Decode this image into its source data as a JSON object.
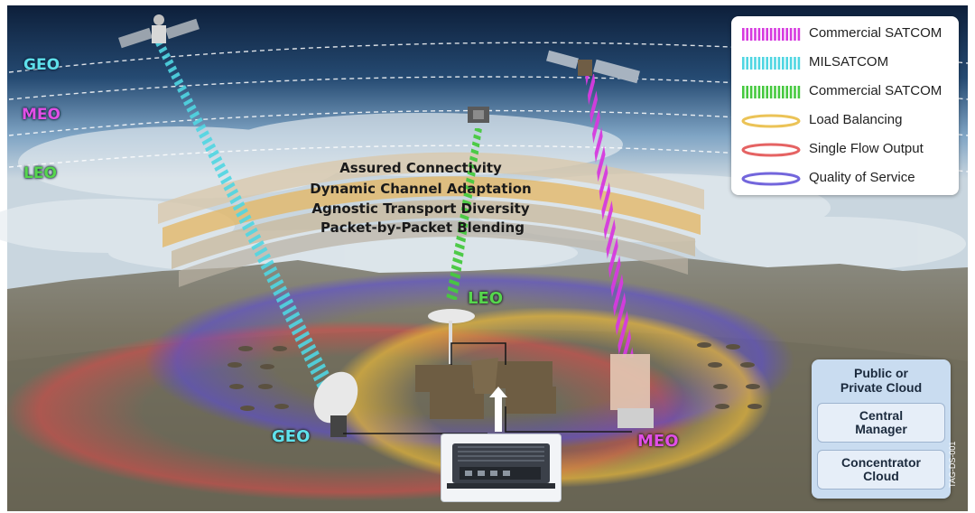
{
  "orbits": {
    "geo": "GEO",
    "meo": "MEO",
    "leo": "LEO"
  },
  "site_labels": {
    "geo": "GEO",
    "meo": "MEO",
    "leo": "LEO"
  },
  "arc_lines": [
    "Assured Connectivity",
    "Dynamic Channel Adaptation",
    "Agnostic Transport Diversity",
    "Packet-by-Packet Blending"
  ],
  "legend": [
    {
      "label": "Commercial SATCOM",
      "kind": "bars",
      "color": "#d63adf"
    },
    {
      "label": "MILSATCOM",
      "kind": "bars",
      "color": "#4fd6e2"
    },
    {
      "label": "Commercial SATCOM",
      "kind": "bars",
      "color": "#46c93f"
    },
    {
      "label": "Load Balancing",
      "kind": "ring",
      "color": "#e8b83a"
    },
    {
      "label": "Single Flow Output",
      "kind": "ring",
      "color": "#e04848"
    },
    {
      "label": "Quality of Service",
      "kind": "ring",
      "color": "#5a4bd6"
    }
  ],
  "cloud": {
    "title": "Public or\nPrivate Cloud",
    "central_manager": "Central\nManager",
    "concentrator": "Concentrator\nCloud"
  },
  "tag": "TAG-DS-001"
}
